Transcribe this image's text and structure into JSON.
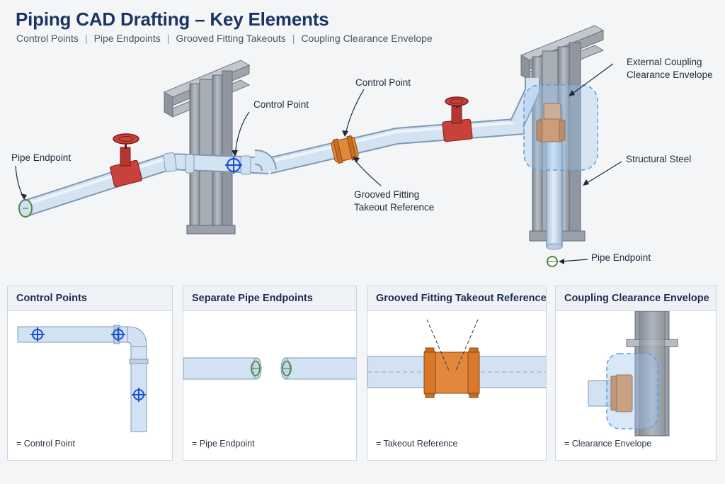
{
  "header": {
    "title": "Piping CAD Drafting – Key Elements",
    "subtitle_items": [
      "Control Points",
      "Pipe Endpoints",
      "Grooved Fitting Takeouts",
      "Coupling Clearance Envelope"
    ],
    "separator": "|"
  },
  "callouts": {
    "pipe_endpoint_left": "Pipe Endpoint",
    "control_point": "Control Point",
    "control_point_mid": "Control Point",
    "grooved_fitting_line1": "Grooved Fitting",
    "grooved_fitting_line2": "Takeout Reference",
    "external_coupling_line1": "External Coupling",
    "external_coupling_line2": "Clearance Envelope",
    "structural_steel": "Structural Steel",
    "pipe_endpoint_bottom": "Pipe Endpoint"
  },
  "panels": [
    {
      "title": "Control Points",
      "legend": "= Control Point"
    },
    {
      "title": "Separate Pipe Endpoints",
      "legend": "= Pipe Endpoint"
    },
    {
      "title": "Grooved Fitting Takeout Reference",
      "legend": "= Takeout Reference"
    },
    {
      "title": "Coupling Clearance Envelope",
      "legend": "= Clearance Envelope"
    }
  ],
  "colors": {
    "pipe": "#c9dcee",
    "pipe_stroke": "#7f98b4",
    "valve": "#c8413b",
    "coupling": "#e3873a",
    "control_point": "#1a4fd6",
    "endpoint": "#4d8a3e",
    "steel": "#9aa1aa",
    "envelope": "#6fa8e6"
  }
}
